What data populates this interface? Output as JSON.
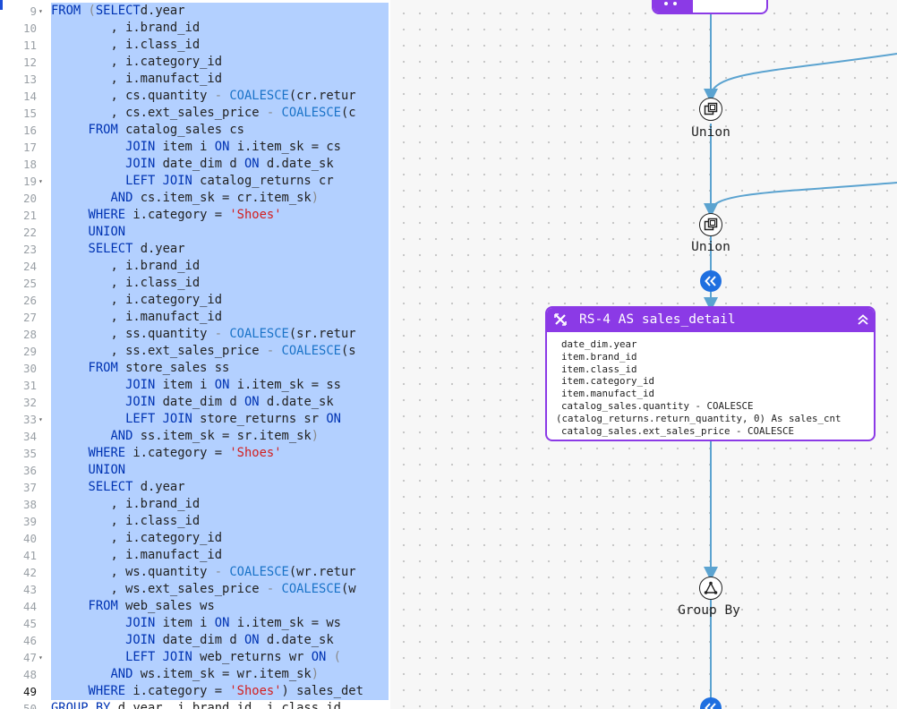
{
  "editor": {
    "current_line": "49",
    "lines": [
      {
        "n": "9",
        "fold": "▾",
        "code": [
          [
            "kw",
            "FROM "
          ],
          [
            "op",
            "("
          ],
          [
            "kw",
            "SELECT"
          ],
          [
            "",
            "d.year"
          ]
        ]
      },
      {
        "n": "10",
        "code": [
          [
            "",
            "        , i.brand_id"
          ]
        ]
      },
      {
        "n": "11",
        "code": [
          [
            "",
            "        , i.class_id"
          ]
        ]
      },
      {
        "n": "12",
        "code": [
          [
            "",
            "        , i.category_id"
          ]
        ]
      },
      {
        "n": "13",
        "code": [
          [
            "",
            "        , i.manufact_id"
          ]
        ]
      },
      {
        "n": "14",
        "code": [
          [
            "",
            "        , cs.quantity "
          ],
          [
            "op",
            "- "
          ],
          [
            "fn",
            "COALESCE"
          ],
          [
            "",
            "(cr.retur"
          ]
        ]
      },
      {
        "n": "15",
        "code": [
          [
            "",
            "        , cs.ext_sales_price "
          ],
          [
            "op",
            "- "
          ],
          [
            "fn",
            "COALESCE"
          ],
          [
            "",
            "(c"
          ]
        ]
      },
      {
        "n": "16",
        "code": [
          [
            "kw",
            "     FROM "
          ],
          [
            "",
            "catalog_sales cs"
          ]
        ]
      },
      {
        "n": "17",
        "code": [
          [
            "kw",
            "          JOIN "
          ],
          [
            "",
            "item i "
          ],
          [
            "kw",
            "ON "
          ],
          [
            "",
            "i.item_sk = cs"
          ]
        ]
      },
      {
        "n": "18",
        "code": [
          [
            "kw",
            "          JOIN "
          ],
          [
            "",
            "date_dim d "
          ],
          [
            "kw",
            "ON "
          ],
          [
            "",
            "d.date_sk "
          ]
        ]
      },
      {
        "n": "19",
        "fold": "▾",
        "code": [
          [
            "kw",
            "          LEFT JOIN "
          ],
          [
            "",
            "catalog_returns cr "
          ]
        ]
      },
      {
        "n": "20",
        "code": [
          [
            "kw",
            "        AND "
          ],
          [
            "",
            "cs.item_sk = cr.item_sk"
          ],
          [
            "op",
            ")"
          ]
        ]
      },
      {
        "n": "21",
        "code": [
          [
            "kw",
            "     WHERE "
          ],
          [
            "",
            "i.category = "
          ],
          [
            "str",
            "'Shoes'"
          ]
        ]
      },
      {
        "n": "22",
        "code": [
          [
            "kw",
            "     UNION"
          ]
        ]
      },
      {
        "n": "23",
        "code": [
          [
            "kw",
            "     SELECT "
          ],
          [
            "",
            "d.year"
          ]
        ]
      },
      {
        "n": "24",
        "code": [
          [
            "",
            "        , i.brand_id"
          ]
        ]
      },
      {
        "n": "25",
        "code": [
          [
            "",
            "        , i.class_id"
          ]
        ]
      },
      {
        "n": "26",
        "code": [
          [
            "",
            "        , i.category_id"
          ]
        ]
      },
      {
        "n": "27",
        "code": [
          [
            "",
            "        , i.manufact_id"
          ]
        ]
      },
      {
        "n": "28",
        "code": [
          [
            "",
            "        , ss.quantity "
          ],
          [
            "op",
            "- "
          ],
          [
            "fn",
            "COALESCE"
          ],
          [
            "",
            "(sr.retur"
          ]
        ]
      },
      {
        "n": "29",
        "code": [
          [
            "",
            "        , ss.ext_sales_price "
          ],
          [
            "op",
            "- "
          ],
          [
            "fn",
            "COALESCE"
          ],
          [
            "",
            "(s"
          ]
        ]
      },
      {
        "n": "30",
        "code": [
          [
            "kw",
            "     FROM "
          ],
          [
            "",
            "store_sales ss"
          ]
        ]
      },
      {
        "n": "31",
        "code": [
          [
            "kw",
            "          JOIN "
          ],
          [
            "",
            "item i "
          ],
          [
            "kw",
            "ON "
          ],
          [
            "",
            "i.item_sk = ss"
          ]
        ]
      },
      {
        "n": "32",
        "code": [
          [
            "kw",
            "          JOIN "
          ],
          [
            "",
            "date_dim d "
          ],
          [
            "kw",
            "ON "
          ],
          [
            "",
            "d.date_sk "
          ]
        ]
      },
      {
        "n": "33",
        "fold": "▾",
        "code": [
          [
            "kw",
            "          LEFT JOIN "
          ],
          [
            "",
            "store_returns sr "
          ],
          [
            "kw",
            "ON"
          ]
        ]
      },
      {
        "n": "34",
        "code": [
          [
            "kw",
            "        AND "
          ],
          [
            "",
            "ss.item_sk = sr.item_sk"
          ],
          [
            "op",
            ")"
          ]
        ]
      },
      {
        "n": "35",
        "code": [
          [
            "kw",
            "     WHERE "
          ],
          [
            "",
            "i.category = "
          ],
          [
            "str",
            "'Shoes'"
          ]
        ]
      },
      {
        "n": "36",
        "code": [
          [
            "kw",
            "     UNION"
          ]
        ]
      },
      {
        "n": "37",
        "code": [
          [
            "kw",
            "     SELECT "
          ],
          [
            "",
            "d.year"
          ]
        ]
      },
      {
        "n": "38",
        "code": [
          [
            "",
            "        , i.brand_id"
          ]
        ]
      },
      {
        "n": "39",
        "code": [
          [
            "",
            "        , i.class_id"
          ]
        ]
      },
      {
        "n": "40",
        "code": [
          [
            "",
            "        , i.category_id"
          ]
        ]
      },
      {
        "n": "41",
        "code": [
          [
            "",
            "        , i.manufact_id"
          ]
        ]
      },
      {
        "n": "42",
        "code": [
          [
            "",
            "        , ws.quantity "
          ],
          [
            "op",
            "- "
          ],
          [
            "fn",
            "COALESCE"
          ],
          [
            "",
            "(wr.retur"
          ]
        ]
      },
      {
        "n": "43",
        "code": [
          [
            "",
            "        , ws.ext_sales_price "
          ],
          [
            "op",
            "- "
          ],
          [
            "fn",
            "COALESCE"
          ],
          [
            "",
            "(w"
          ]
        ]
      },
      {
        "n": "44",
        "code": [
          [
            "kw",
            "     FROM "
          ],
          [
            "",
            "web_sales ws"
          ]
        ]
      },
      {
        "n": "45",
        "code": [
          [
            "kw",
            "          JOIN "
          ],
          [
            "",
            "item i "
          ],
          [
            "kw",
            "ON "
          ],
          [
            "",
            "i.item_sk = ws"
          ]
        ]
      },
      {
        "n": "46",
        "code": [
          [
            "kw",
            "          JOIN "
          ],
          [
            "",
            "date_dim d "
          ],
          [
            "kw",
            "ON "
          ],
          [
            "",
            "d.date_sk "
          ]
        ]
      },
      {
        "n": "47",
        "fold": "▾",
        "code": [
          [
            "kw",
            "          LEFT JOIN "
          ],
          [
            "",
            "web_returns wr "
          ],
          [
            "kw",
            "ON "
          ],
          [
            "op",
            "("
          ]
        ]
      },
      {
        "n": "48",
        "code": [
          [
            "kw",
            "        AND "
          ],
          [
            "",
            "ws.item_sk = wr.item_sk"
          ],
          [
            "op",
            ")"
          ]
        ]
      },
      {
        "n": "49",
        "code": [
          [
            "kw",
            "     WHERE "
          ],
          [
            "",
            "i.category = "
          ],
          [
            "str",
            "'Shoes'"
          ],
          [
            "",
            ") sales_det"
          ]
        ]
      },
      {
        "n": "50",
        "code": [
          [
            "kw",
            "GROUP BY "
          ],
          [
            "",
            "d.year, i.brand_id, i.class_id"
          ]
        ]
      }
    ]
  },
  "canvas": {
    "union_1_label": "Union",
    "union_2_label": "Union",
    "group_by_label": "Group By",
    "rs_card": {
      "title": "RS-4 AS sales_detail",
      "fields": [
        {
          "text": "date_dim.year",
          "indent": true
        },
        {
          "text": "item.brand_id",
          "indent": true
        },
        {
          "text": "item.class_id",
          "indent": true
        },
        {
          "text": "item.category_id",
          "indent": true
        },
        {
          "text": "item.manufact_id",
          "indent": true
        },
        {
          "text": "catalog_sales.quantity - COALESCE",
          "indent": true
        },
        {
          "text": "(catalog_returns.return_quantity, 0) As sales_cnt",
          "indent": false
        },
        {
          "text": "catalog_sales.ext_sales_price - COALESCE",
          "indent": true
        }
      ]
    },
    "colors": {
      "accent": "#8b3ae6",
      "edge": "#5ba3d0",
      "collapse": "#1e6fe0"
    }
  }
}
